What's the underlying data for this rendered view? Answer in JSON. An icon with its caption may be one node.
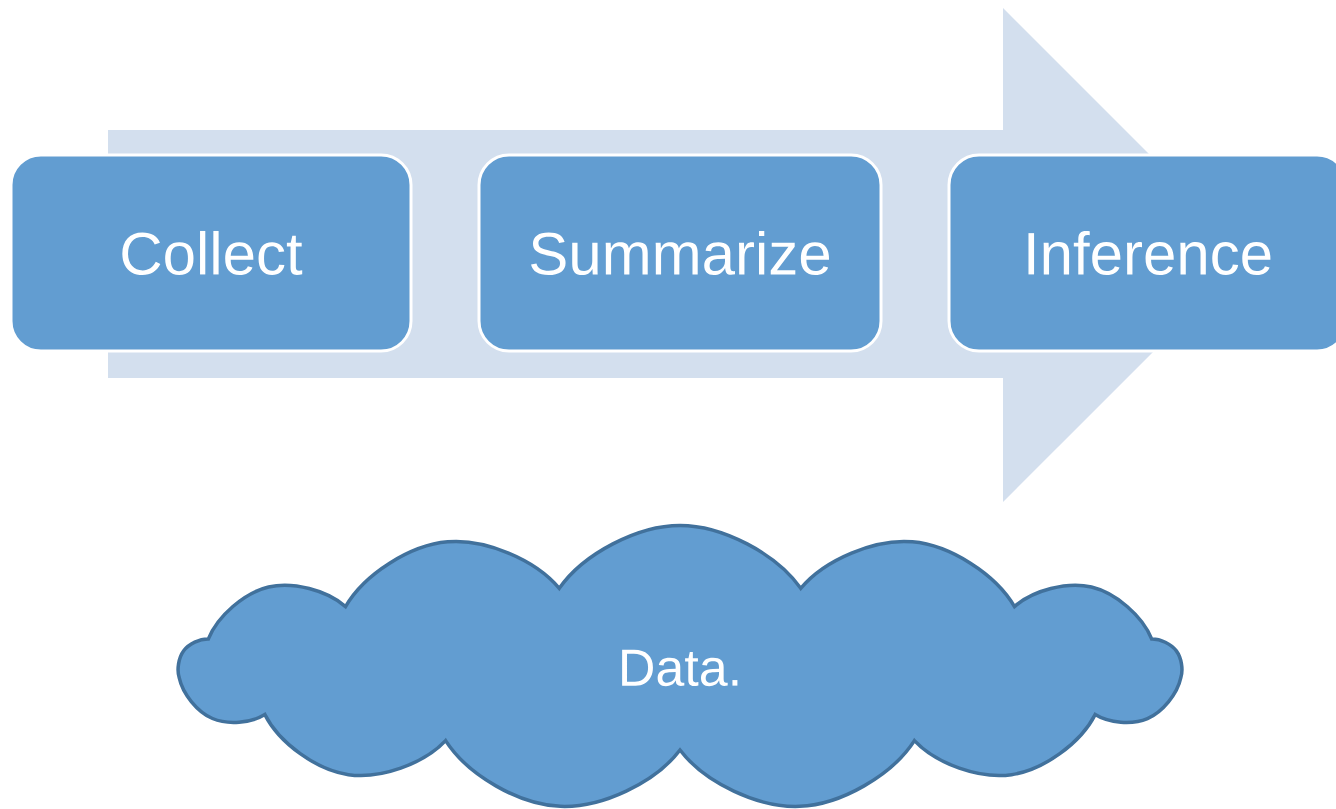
{
  "diagram": {
    "nodes": [
      {
        "text": [
          "Collect"
        ]
      },
      {
        "text": [
          "Summarize"
        ]
      },
      {
        "text": [
          "Inference"
        ]
      },
      {
        "text": [
          "Data."
        ]
      }
    ]
  }
}
